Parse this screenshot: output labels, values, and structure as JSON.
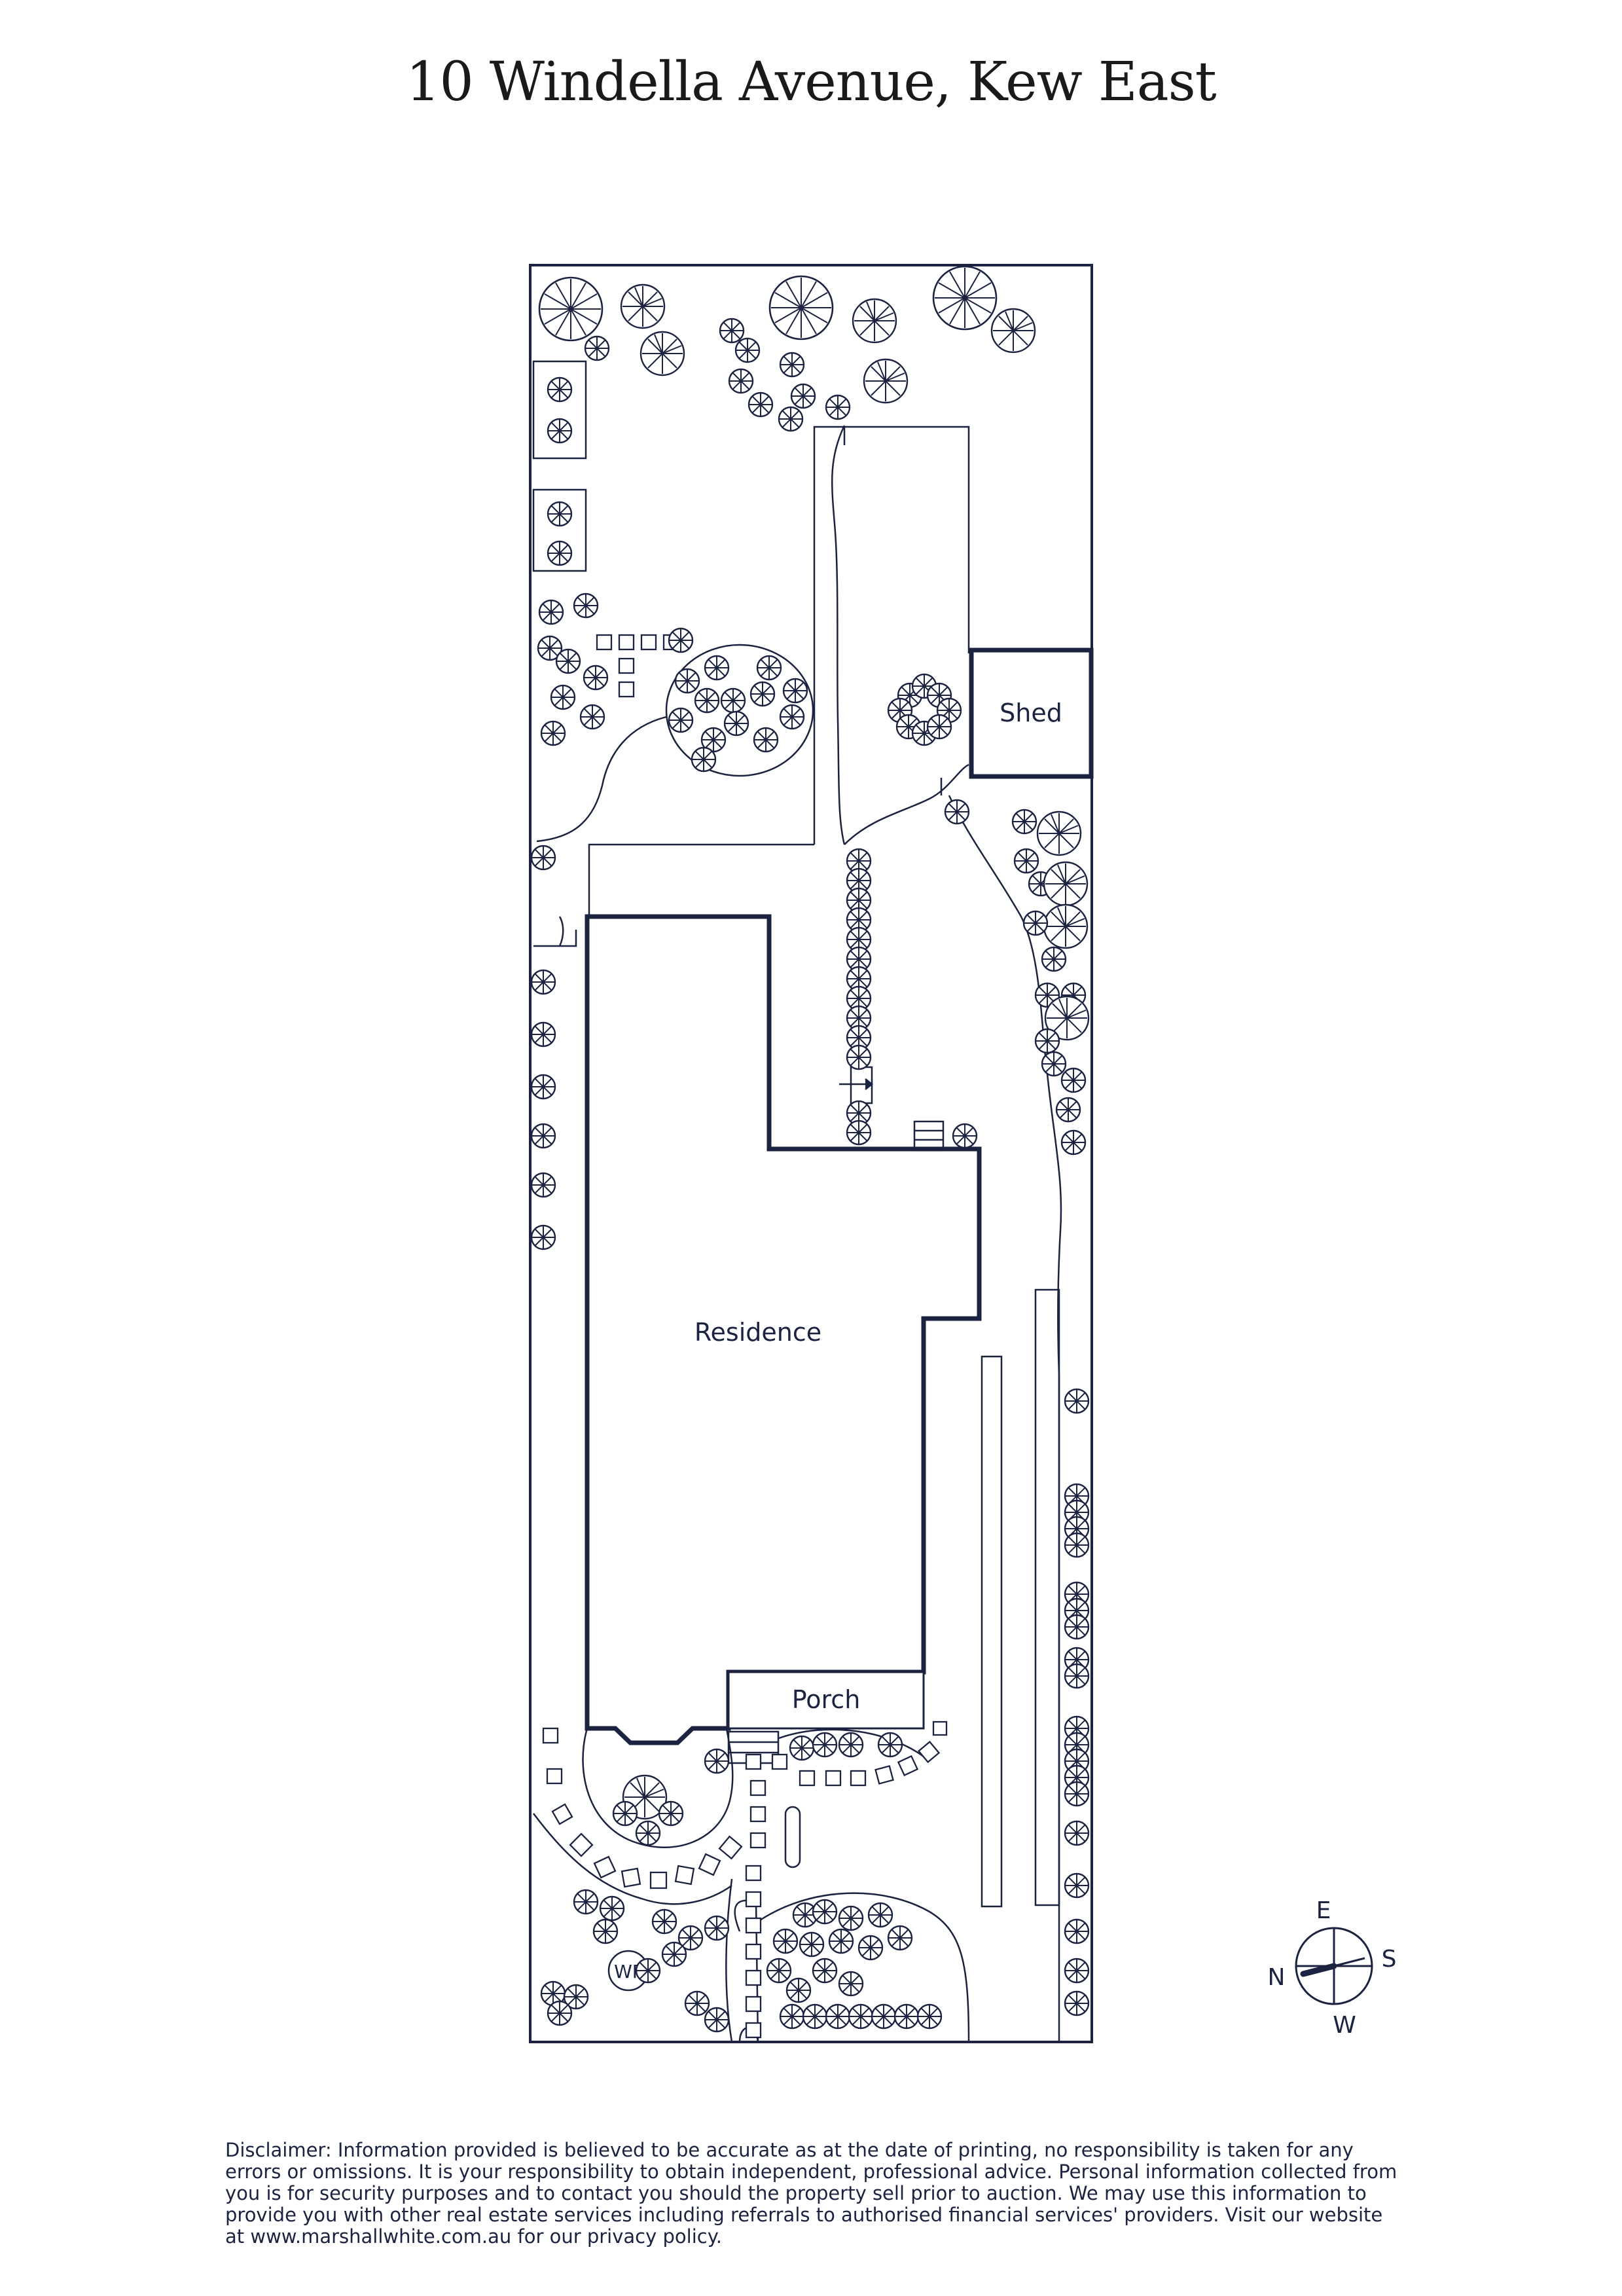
{
  "page": {
    "title": "10 Windella Avenue, Kew East"
  },
  "plan": {
    "labels": {
      "shed": "Shed",
      "residence": "Residence",
      "porch": "Porch",
      "woodfire": "WF"
    },
    "compass": {
      "north": "N",
      "east": "E",
      "south": "S",
      "west": "W"
    }
  },
  "colors": {
    "ink": "#1b2340",
    "background": "#ffffff"
  },
  "disclaimer": "Disclaimer: Information provided is believed to be accurate as at the date of printing, no responsibility is taken for any errors or omissions. It is your responsibility to obtain independent, professional advice. Personal information collected from you is for security purposes and to contact you should the property sell prior to auction. We may use this information to provide you with other real estate services including referrals to authorised financial services' providers. Visit our website at www.marshallwhite.com.au for our privacy policy."
}
